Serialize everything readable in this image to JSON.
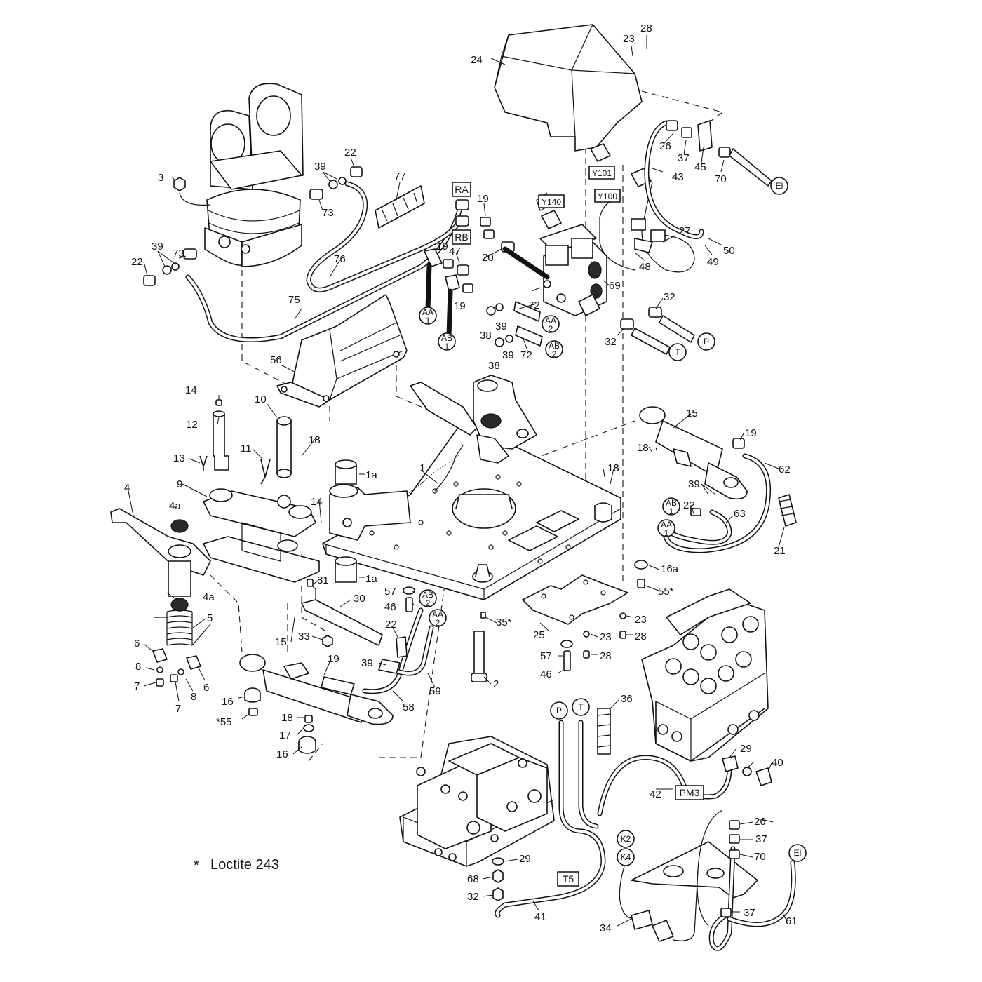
{
  "note": {
    "star": "*",
    "text": "Loctite 243"
  },
  "callouts": {
    "c1": "1",
    "c1a_top": "1a",
    "c1a_bottom": "1a",
    "c2": "2",
    "c3": "3",
    "c4": "4",
    "c4a_top": "4a",
    "c4a_bottom": "4a",
    "c5": "5",
    "c6_left": "6",
    "c6_right": "6",
    "c7_left": "7",
    "c7_right": "7",
    "c8_left": "8",
    "c8_right": "8",
    "c9": "9",
    "c10": "10",
    "c11": "11",
    "c12": "12",
    "c13": "13",
    "c14_top": "14",
    "c14_mid": "14",
    "c15_right": "15",
    "c15_left": "15",
    "c16_left": "16",
    "c16_bottom": "16",
    "c16a": "16a",
    "c17": "17",
    "c18_left": "18",
    "c18_right": "18",
    "c18_cyl": "18",
    "c18_bottom": "18",
    "c19_a": "19",
    "c19_b": "19",
    "c19_c": "19",
    "c19_right": "19",
    "c19_left": "19",
    "c20": "20",
    "c21": "21",
    "c22_top": "22",
    "c22_left": "22",
    "c22_right": "22",
    "c22_mid": "22",
    "c23_top": "23",
    "c23_a": "23",
    "c23_b": "23",
    "c24": "24",
    "c25": "25",
    "c26_top": "26",
    "c26_bottom": "26",
    "c27": "27",
    "c28_top": "28",
    "c28_a": "28",
    "c28_b": "28",
    "c29_right": "29",
    "c29_bottom": "29",
    "c30": "30",
    "c31": "31",
    "c32_left": "32",
    "c32_right": "32",
    "c32_bottom": "32",
    "c33": "33",
    "c34": "34",
    "c35": "35*",
    "c36": "36",
    "c37_top": "37",
    "c37_mid": "37",
    "c37_bottom": "37",
    "c38_a": "38",
    "c38_b": "38",
    "c39_top": "39",
    "c39_left": "39",
    "c39_a": "39",
    "c39_b": "39",
    "c39_right": "39",
    "c39_mid": "39",
    "c40": "40",
    "c41": "41",
    "c42": "42",
    "c43": "43",
    "c45": "45",
    "c46_a": "46",
    "c46_b": "46",
    "c47": "47",
    "c48": "48",
    "c49": "49",
    "c50": "50",
    "c55_right": "55*",
    "c55_left": "*55",
    "c56": "56",
    "c57_a": "57",
    "c57_b": "57",
    "c58": "58",
    "c59": "59",
    "c61": "61",
    "c62": "62",
    "c63": "63",
    "c68": "68",
    "c69": "69",
    "c70_top": "70",
    "c70_bottom": "70",
    "c72_a": "72",
    "c72_b": "72",
    "c73_a": "73",
    "c73_b": "73",
    "c75": "75",
    "c76": "76",
    "c77": "77"
  },
  "port_tags": {
    "ra": "RA",
    "rb": "RB",
    "pm3": "PM3",
    "t5": "T5",
    "y101": "Y101",
    "y100": "Y100",
    "y140": "Y140"
  },
  "circle_tags": {
    "aa1_top": {
      "line1": "AA",
      "line2": "1"
    },
    "ab1_top": {
      "line1": "AB",
      "line2": "1"
    },
    "aa2_top": {
      "line1": "AA",
      "line2": "2"
    },
    "ab2_top": {
      "line1": "AB",
      "line2": "2"
    },
    "ab1_right": {
      "line1": "AB",
      "line2": "1"
    },
    "aa1_right": {
      "line1": "AA",
      "line2": "1"
    },
    "ab2_mid": {
      "line1": "AB",
      "line2": "2"
    },
    "aa2_mid": {
      "line1": "AA",
      "line2": "2"
    },
    "k2": {
      "line1": "K2",
      "line2": ""
    },
    "k4": {
      "line1": "K4",
      "line2": ""
    },
    "p_top": {
      "line1": "P",
      "line2": ""
    },
    "t_top": {
      "line1": "T",
      "line2": ""
    },
    "p_bottom": {
      "line1": "P",
      "line2": ""
    },
    "t_bottom": {
      "line1": "T",
      "line2": ""
    },
    "el_top": {
      "line1": "El",
      "line2": ""
    },
    "el_bottom": {
      "line1": "El",
      "line2": ""
    }
  }
}
